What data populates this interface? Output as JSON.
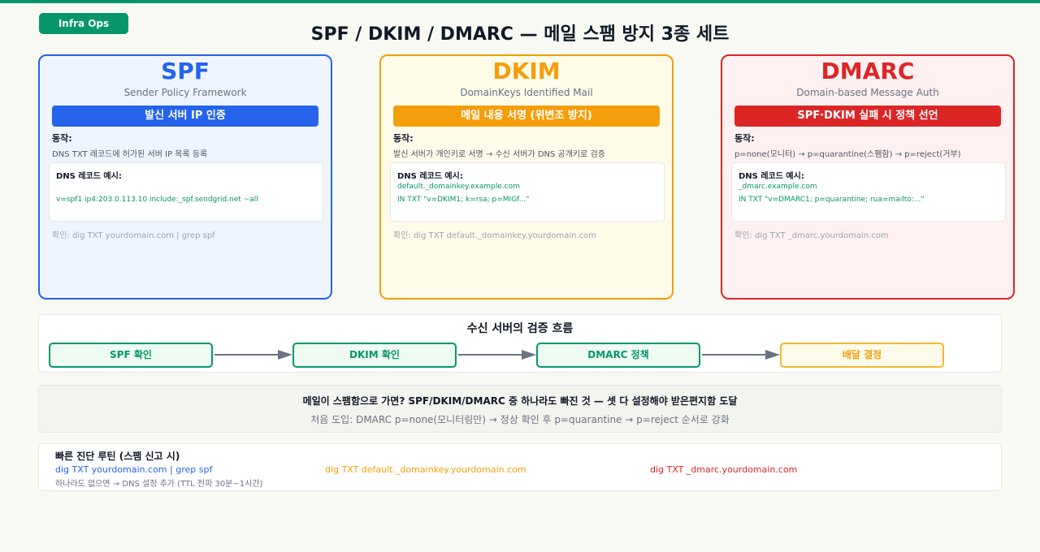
{
  "header": {
    "tag": "Infra Ops",
    "title": "SPF / DKIM / DMARC — 메일 스팸 방지 3종 세트"
  },
  "cards": {
    "spf": {
      "title": "SPF",
      "subtitle": "Sender Policy Framework",
      "banner": "발신 서버 IP 인증",
      "action_label": "동작:",
      "action": "DNS TXT 레코드에 허가된 서버 IP 목록 등록",
      "dns_label": "DNS 레코드 예시:",
      "dns_line1": "v=spf1 ip4:203.0.113.10 include:_spf.sendgrid.net ~all",
      "dns_line2": "",
      "check": "확인: dig TXT yourdomain.com | grep spf"
    },
    "dkim": {
      "title": "DKIM",
      "subtitle": "DomainKeys Identified Mail",
      "banner": "메일 내용 서명 (위변조 방지)",
      "action_label": "동작:",
      "action": "발신 서버가 개인키로 서명 → 수신 서버가 DNS 공개키로 검증",
      "dns_label": "DNS 레코드 예시:",
      "dns_line1": "default._domainkey.example.com",
      "dns_line2": "IN TXT \"v=DKIM1; k=rsa; p=MIGf...\"",
      "check": "확인: dig TXT default._domainkey.yourdomain.com"
    },
    "dmarc": {
      "title": "DMARC",
      "subtitle": "Domain-based Message Auth",
      "banner": "SPF·DKIM 실패 시 정책 선언",
      "action_label": "동작:",
      "action": "p=none(모니터) → p=quarantine(스팸함) → p=reject(거부)",
      "dns_label": "DNS 레코드 예시:",
      "dns_line1": "_dmarc.example.com",
      "dns_line2": "IN TXT \"v=DMARC1; p=quarantine; rua=mailto:...\"",
      "check": "확인: dig TXT _dmarc.yourdomain.com"
    }
  },
  "flow": {
    "title": "수신 서버의 검증 흐름",
    "steps": [
      "SPF 확인",
      "DKIM 확인",
      "DMARC 정책",
      "배달 결정"
    ]
  },
  "note": {
    "line1": "메일이 스팸함으로 가면? SPF/DKIM/DMARC 중 하나라도 빠진 것 — 셋 다 설정해야 받은편지함 도달",
    "line2": "처음 도입: DMARC p=none(모니터링만) → 정상 확인 후 p=quarantine → p=reject 순서로 강화"
  },
  "diagnosis": {
    "title": "빠른 진단 루틴 (스팸 신고 시)",
    "cmd_spf": "dig TXT yourdomain.com | grep spf",
    "cmd_dkim": "dig TXT default._domainkey.yourdomain.com",
    "cmd_dmarc": "dig TXT _dmarc.yourdomain.com",
    "footer": "하나라도 없으면 → DNS 설정 추가 (TTL 전파 30분~1시간)"
  },
  "colors": {
    "brand": "#059669",
    "spf": "#2563eb",
    "dkim": "#f59e0b",
    "dmarc": "#dc2626"
  }
}
